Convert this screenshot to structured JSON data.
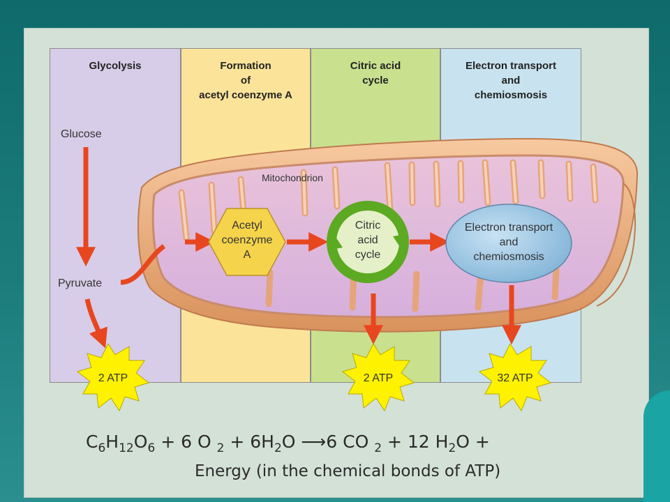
{
  "stages": [
    {
      "id": "glycolysis",
      "heading": "Glycolysis"
    },
    {
      "id": "acetyl",
      "heading": "Formation\nof\nacetyl coenzyme A"
    },
    {
      "id": "citric",
      "heading": "Citric acid\ncycle"
    },
    {
      "id": "etc",
      "heading": "Electron transport\nand\nchemiosmosis"
    }
  ],
  "labels": {
    "glucose": "Glucose",
    "pyruvate": "Pyruvate",
    "mitochondrion": "Mitochondrion",
    "acetyl_1": "Acetyl",
    "acetyl_2": "coenzyme",
    "acetyl_3": "A",
    "citric_1": "Citric",
    "citric_2": "acid",
    "citric_3": "cycle",
    "etc_1": "Electron transport",
    "etc_2": "and",
    "etc_3": "chemiosmosis"
  },
  "atp": [
    "2 ATP",
    "2 ATP",
    "32 ATP"
  ],
  "equation": {
    "c": "C",
    "c_sub": "6",
    "h": "H",
    "h_sub": "12",
    "o": "O",
    "o_sub": "6",
    "plus1": " + 6 O ",
    "o2_sub": "2",
    "plus2": " + 6H",
    "h2o_sub": "2",
    "arrow": "O ⟶6 CO ",
    "co2_sub": "2",
    "plus3": " + 12 H",
    "h2o2_sub": "2",
    "tail": "O +",
    "line2": "Energy (in the chemical bonds of ATP)"
  },
  "colors": {
    "arrow": "#e8461e",
    "starburst": "#fff200",
    "hexagon": "#f5d34b",
    "citric_ring": "#6cbf2a",
    "etc_oval": "#a9cde6",
    "membrane": "#f2b88a"
  }
}
